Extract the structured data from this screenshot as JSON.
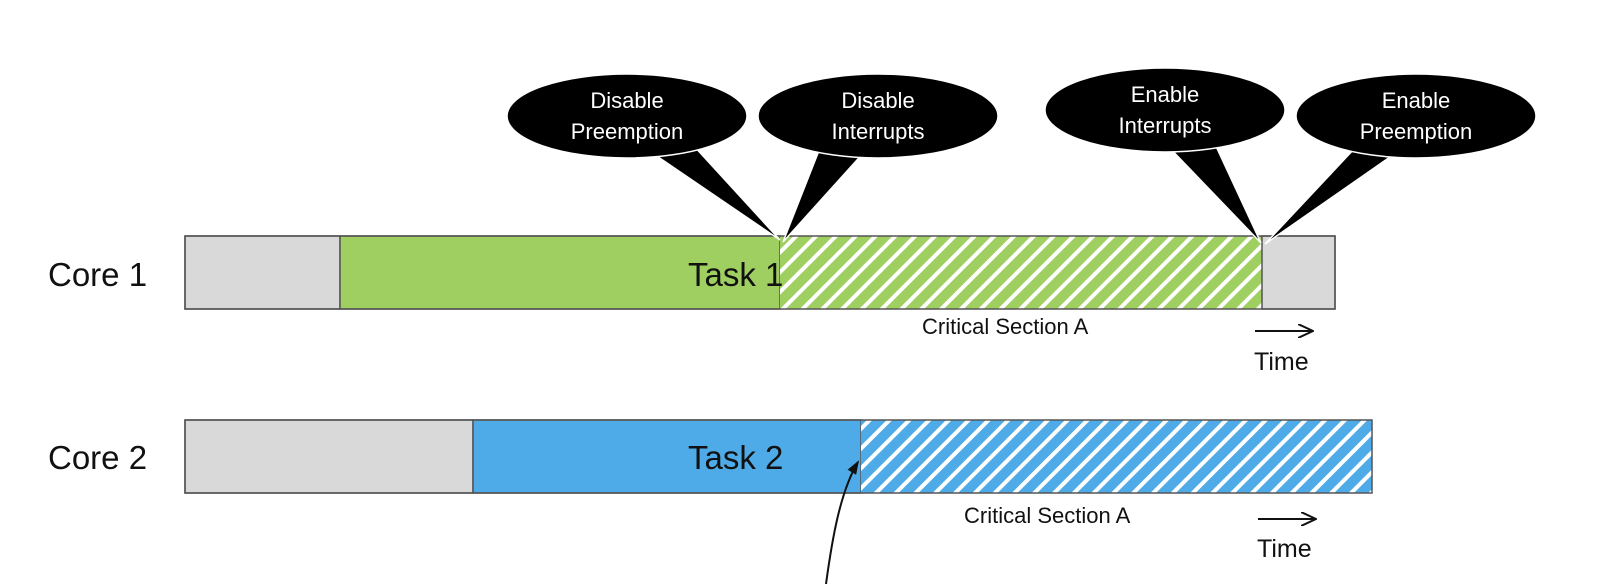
{
  "colors": {
    "idle": "#d9d9d9",
    "task1": "#9ecf60",
    "task2": "#4fabe7",
    "bubble": "#000000",
    "outline": "#555555"
  },
  "cores": [
    {
      "label": "Core 1",
      "task_label": "Task 1",
      "critical_label": "Critical Section A",
      "time_label": "Time"
    },
    {
      "label": "Core 2",
      "task_label": "Task 2",
      "critical_label": "Critical Section A",
      "time_label": "Time"
    }
  ],
  "callouts": [
    {
      "line1": "Disable",
      "line2": "Preemption"
    },
    {
      "line1": "Disable",
      "line2": "Interrupts"
    },
    {
      "line1": "Enable",
      "line2": "Interrupts"
    },
    {
      "line1": "Enable",
      "line2": "Preemption"
    }
  ]
}
